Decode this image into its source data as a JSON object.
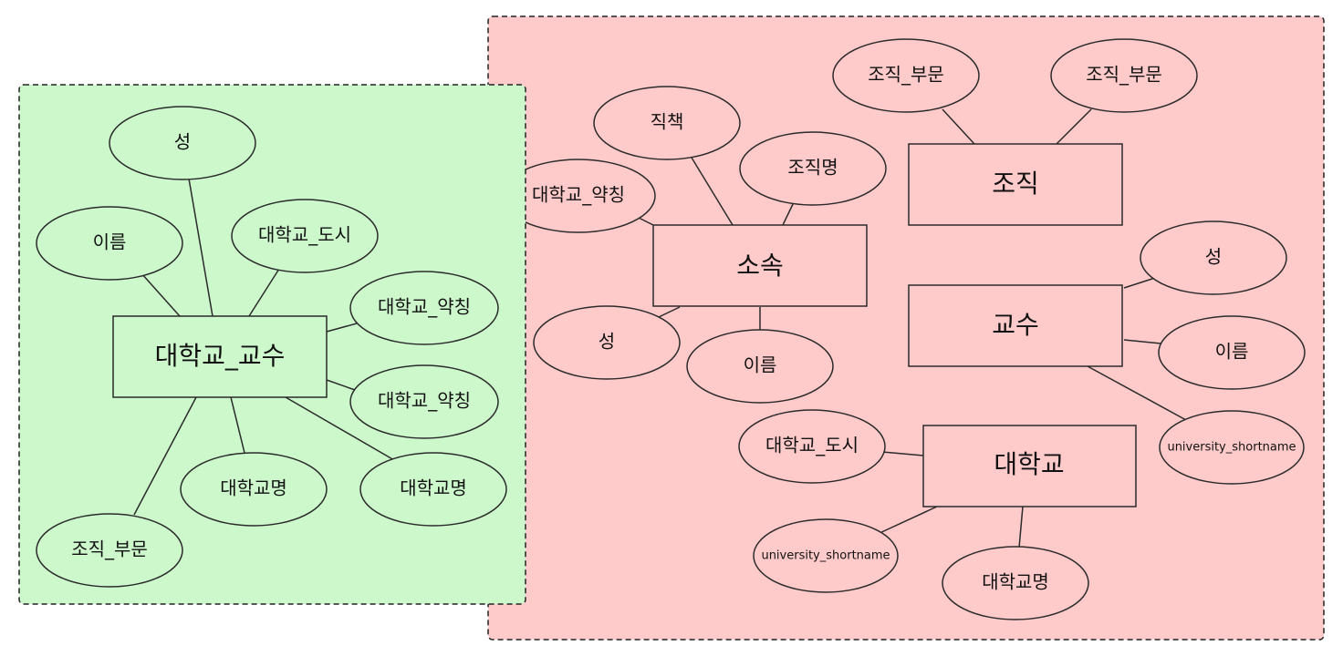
{
  "colors": {
    "left_panel_fill": "#ccf8cc",
    "right_panel_fill": "#ffcaca",
    "entity_fill_left": "#ccf8cc",
    "entity_fill_right": "#ffcaca",
    "line": "#2b2b2b",
    "panel_border": "#222222"
  },
  "left_panel": {
    "entity": "대학교_교수",
    "attributes": [
      "성",
      "이름",
      "대학교_도시",
      "대학교_약칭",
      "대학교_약칭",
      "대학교명",
      "대학교명",
      "조직_부문"
    ]
  },
  "right_panel": {
    "affiliation": {
      "entity": "소속",
      "attributes": [
        "직책",
        "조직명",
        "대학교_약칭",
        "성",
        "이름"
      ]
    },
    "organization": {
      "entity": "조직",
      "attributes": [
        "조직_부문",
        "조직_부문"
      ]
    },
    "professor": {
      "entity": "교수",
      "attributes": [
        "성",
        "이름",
        "university_shortname"
      ]
    },
    "university": {
      "entity": "대학교",
      "attributes": [
        "대학교_도시",
        "university_shortname",
        "대학교명"
      ]
    }
  }
}
